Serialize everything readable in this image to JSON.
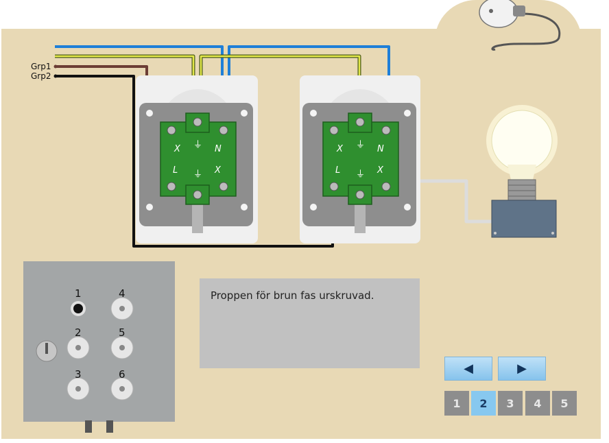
{
  "wires": {
    "grp1_label": "Grp1",
    "grp2_label": "Grp2"
  },
  "fuse_panel": {
    "labels": [
      "1",
      "2",
      "3",
      "4",
      "5",
      "6"
    ]
  },
  "message": {
    "text": "Proppen för brun fas urskruvad."
  },
  "navigation": {
    "prev_icon": "◀",
    "next_icon": "▶"
  },
  "pagination": {
    "pages": [
      "1",
      "2",
      "3",
      "4",
      "5"
    ],
    "current": "2"
  },
  "colors": {
    "panel_bg": "#e8d9b5",
    "socket_green": "#2f8f2f",
    "active_page": "#87c8ef"
  }
}
